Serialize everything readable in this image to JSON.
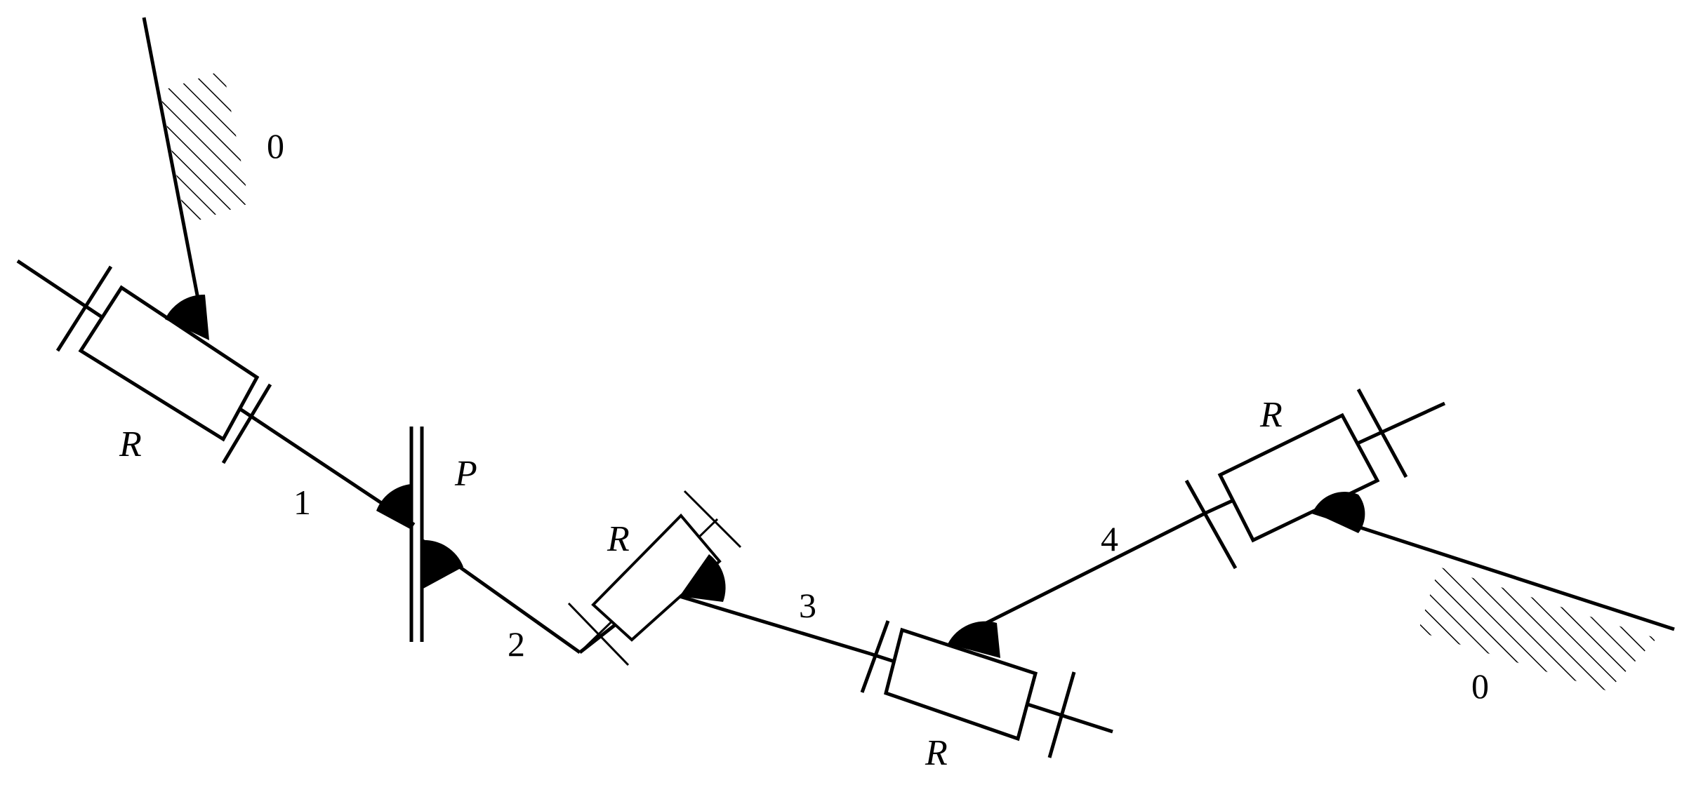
{
  "labels": {
    "ground_top": "0",
    "ground_right": "0",
    "link_1": "1",
    "link_2": "2",
    "link_3": "3",
    "link_4": "4",
    "joint_a": "R",
    "joint_b": "P",
    "joint_c": "R",
    "joint_d": "R",
    "joint_e": "R"
  }
}
